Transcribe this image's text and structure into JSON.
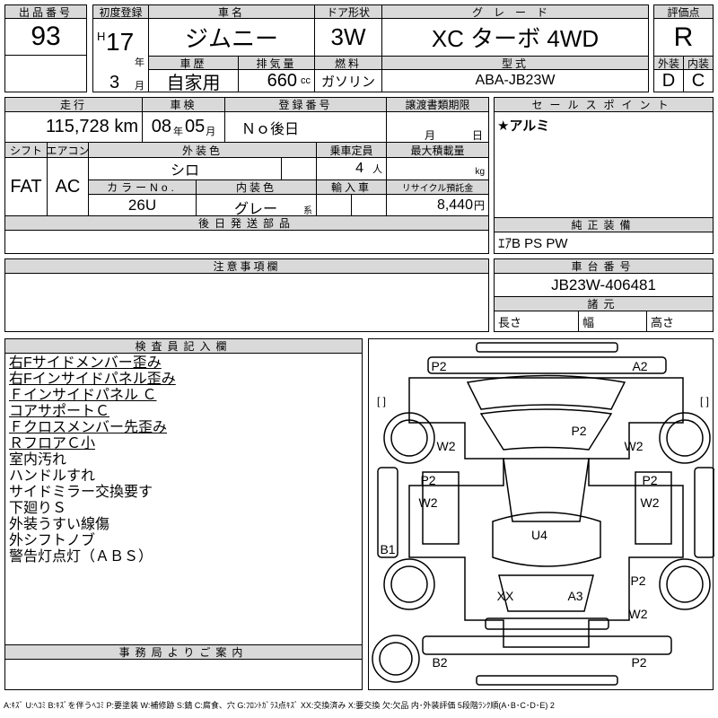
{
  "lot": {
    "label": "出品番号",
    "value": "93"
  },
  "first_reg": {
    "label": "初度登録",
    "era": "H",
    "year": "17",
    "year_unit": "年",
    "month": "3",
    "month_unit": "月"
  },
  "car_name": {
    "label": "車名",
    "value": "ジムニー"
  },
  "door": {
    "label": "ドア形状",
    "value": "3W"
  },
  "grade": {
    "label": "グレード",
    "value": "XC ターボ 4WD"
  },
  "history": {
    "label": "車歴",
    "value": "自家用"
  },
  "displacement": {
    "label": "排気量",
    "value": "660",
    "unit": "cc"
  },
  "fuel": {
    "label": "燃料",
    "value": "ガソリン"
  },
  "model": {
    "label": "型式",
    "value": "ABA-JB23W"
  },
  "score": {
    "label": "評価点",
    "value": "R",
    "ext_label": "外装",
    "int_label": "内装",
    "ext": "D",
    "int": "C"
  },
  "mileage": {
    "label": "走行",
    "value": "115,728 km"
  },
  "inspection": {
    "label": "車検",
    "year": "08",
    "year_unit": "年",
    "month": "05",
    "month_unit": "月"
  },
  "reg_no": {
    "label": "登録番号",
    "value": "Ｎｏ後日"
  },
  "transfer": {
    "label": "譲渡書類期限",
    "month_unit": "月",
    "day_unit": "日"
  },
  "shift": {
    "label": "シフト",
    "value": "FAT"
  },
  "ac": {
    "label": "エアコン",
    "value": "AC"
  },
  "ext_color": {
    "label": "外装色",
    "value": "シロ"
  },
  "capacity": {
    "label": "乗車定員",
    "value": "4",
    "unit": "人"
  },
  "max_load": {
    "label": "最大積載量",
    "unit": "kg"
  },
  "color_no": {
    "label": "カラーNo.",
    "value": "26U"
  },
  "int_color": {
    "label": "内装色",
    "value": "グレー",
    "suffix": "系"
  },
  "import": {
    "label": "輸入車"
  },
  "recycle": {
    "label": "リサイクル預託金",
    "value": "8,440",
    "unit": "円"
  },
  "later_parts": {
    "label": "後日発送部品"
  },
  "sales_point": {
    "label": "セールスポイント",
    "value": "★アルミ"
  },
  "equipment": {
    "label": "純正装備",
    "value": "ｴｱB PS PW"
  },
  "caution": {
    "label": "注意事項欄"
  },
  "chassis": {
    "label": "車台番号",
    "value": "JB23W-406481"
  },
  "specs": {
    "label": "諸元",
    "length": "長さ",
    "width": "幅",
    "height": "高さ"
  },
  "inspector": {
    "label": "検査員記入欄",
    "notes_underlined": [
      "右Fサイドメンバー歪み",
      "右Fインサイドパネル歪み",
      "Ｆインサイドパネル Ｃ",
      "コアサポートＣ",
      "Ｆクロスメンバー先歪み",
      "ＲフロアＣ小"
    ],
    "notes": [
      "室内汚れ",
      "ハンドルすれ",
      "サイドミラー交換要す",
      "下廻りＳ",
      "外装うすい線傷",
      "外シフトノブ",
      "警告灯点灯（ＡＢＳ）"
    ]
  },
  "office": {
    "label": "事務局よりご案内"
  },
  "diagram": {
    "marks": [
      "P2",
      "A2",
      "P2",
      "W2",
      "W2",
      "P2",
      "W2",
      "P2",
      "W2",
      "U4",
      "B1",
      "P2",
      "XX",
      "A3",
      "W2",
      "B2",
      "P2"
    ],
    "bracket": "[   ]"
  },
  "legend": "A:ｷｽﾞ U:ﾍｺﾐ B:ｷｽﾞを伴うﾍｺﾐ P:要塗装 W:補修跡 S:錆 C:腐食、穴 G:ﾌﾛﾝﾄｶﾞﾗｽ点ｷｽﾞ XX:交換済み X:要交換 欠:欠品 内･外装評価 5段階ﾗﾝｸ順(A･B･C･D･E) 2"
}
